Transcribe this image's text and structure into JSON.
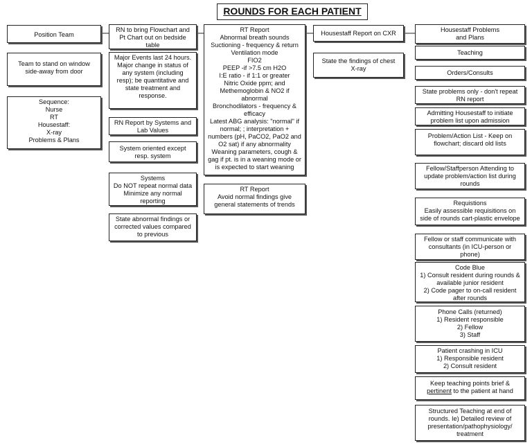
{
  "title": "ROUNDS FOR EACH PATIENT",
  "columns": {
    "col1": [
      {
        "id": "position-team",
        "lines": [
          "Position Team"
        ]
      },
      {
        "id": "team-stand",
        "lines": [
          "Team to stand on window",
          "side-away from door"
        ]
      },
      {
        "id": "sequence",
        "lines": [
          "Sequence:",
          "Nurse",
          "RT",
          "Housestaff:",
          "X-ray",
          "Problems & Plans"
        ]
      }
    ],
    "col2": [
      {
        "id": "rn-flowchart",
        "lines": [
          "RN to bring Flowchart and",
          "Pt Chart out on bedside",
          "table"
        ]
      },
      {
        "id": "major-events",
        "lines": [
          "Major Events last 24 hours.",
          "Major change in status of",
          "any system (including",
          "resp); be quantitative and",
          "state treatment and",
          "response."
        ]
      },
      {
        "id": "rn-report-systems",
        "lines": [
          "RN Report by Systems and",
          "Lab Values"
        ]
      },
      {
        "id": "system-oriented",
        "lines": [
          "System oriented except",
          "resp. system"
        ]
      },
      {
        "id": "systems-normal",
        "lines": [
          "Systems",
          "Do NOT repeat normal data",
          "Minimize any normal",
          "reporting"
        ]
      },
      {
        "id": "state-abnormal",
        "lines": [
          "State abnormal findings or",
          "corrected values compared",
          "to previous"
        ]
      }
    ],
    "col3": [
      {
        "id": "rt-report-main",
        "lines": [
          "RT Report",
          "Abnormal breath sounds",
          "Suctioning - frequency & return",
          "Ventilation mode",
          "FIO2",
          "PEEP -if >7.5 cm H2O",
          "I:E ratio - if 1:1 or greater",
          "Nitric Oxide ppm; and",
          "Methemoglobin & NO2 if",
          "abnormal",
          "Bronchodilators - frequency &",
          "efficacy",
          "Latest ABG analysis: \"normal\" if",
          "normal; ; interpretation +",
          "numbers (pH, PaCO2, PaO2 and",
          "O2 sat) if any abnormality",
          "Weaning parameters, cough &",
          "gag if pt. is in a weaning mode or",
          "is expected to start weaning"
        ]
      },
      {
        "id": "rt-report-trends",
        "lines": [
          "RT Report",
          "Avoid normal findings give",
          "general statements of trends"
        ]
      }
    ],
    "col4": [
      {
        "id": "housestaff-cxr",
        "lines": [
          "Housestaff Report on CXR"
        ]
      },
      {
        "id": "chest-xray",
        "lines": [
          "State the findings of chest",
          "X-ray"
        ]
      }
    ],
    "col5": [
      {
        "id": "problems-plans",
        "lines": [
          "Housestaff Problems",
          "and Plans"
        ]
      },
      {
        "id": "teaching",
        "lines": [
          "Teaching"
        ]
      },
      {
        "id": "orders-consults",
        "lines": [
          "Orders/Consults"
        ]
      },
      {
        "id": "state-problems",
        "lines": [
          "State problems only - don't repeat",
          "RN report"
        ]
      },
      {
        "id": "admitting-housestaff",
        "lines": [
          "Admitting Housestaff to initiate",
          "problem list upon admission"
        ]
      },
      {
        "id": "problem-action-list",
        "lines": [
          "Problem/Action List - Keep on",
          "flowchart; discard old lists"
        ]
      },
      {
        "id": "fellow-update",
        "lines": [
          "Fellow/Staffperson Attending to",
          "update problem/action list during",
          "rounds"
        ]
      },
      {
        "id": "requisitions",
        "lines": [
          "Requistions",
          "Easily assessible requisitions on",
          "side of rounds cart-plastic envelope"
        ]
      },
      {
        "id": "fellow-communicate",
        "lines": [
          "Fellow or staff communicate with",
          "consultants (in ICU-person or",
          "phone)"
        ]
      },
      {
        "id": "code-blue",
        "lines": [
          "Code Blue",
          "1) Consult resident during rounds &",
          "available junior resident",
          "2) Code pager to on-call resident",
          "after  rounds"
        ]
      },
      {
        "id": "phone-calls",
        "lines": [
          "Phone Calls (returned)",
          "1) Resident responsible",
          "2) Fellow",
          "3) Staff"
        ]
      },
      {
        "id": "patient-crashing",
        "lines": [
          "Patient crashing in ICU",
          "1) Responsible resident",
          "2) Consult resident"
        ]
      },
      {
        "id": "keep-teaching",
        "lines": [
          "Keep teaching points brief &",
          "pertinent to the patient at hand"
        ]
      },
      {
        "id": "structured-teaching",
        "lines": [
          "Structured Teaching at end of",
          "rounds. Ie) Detailed review of",
          "presentation/pathophysiology/",
          "treatment"
        ]
      }
    ]
  }
}
